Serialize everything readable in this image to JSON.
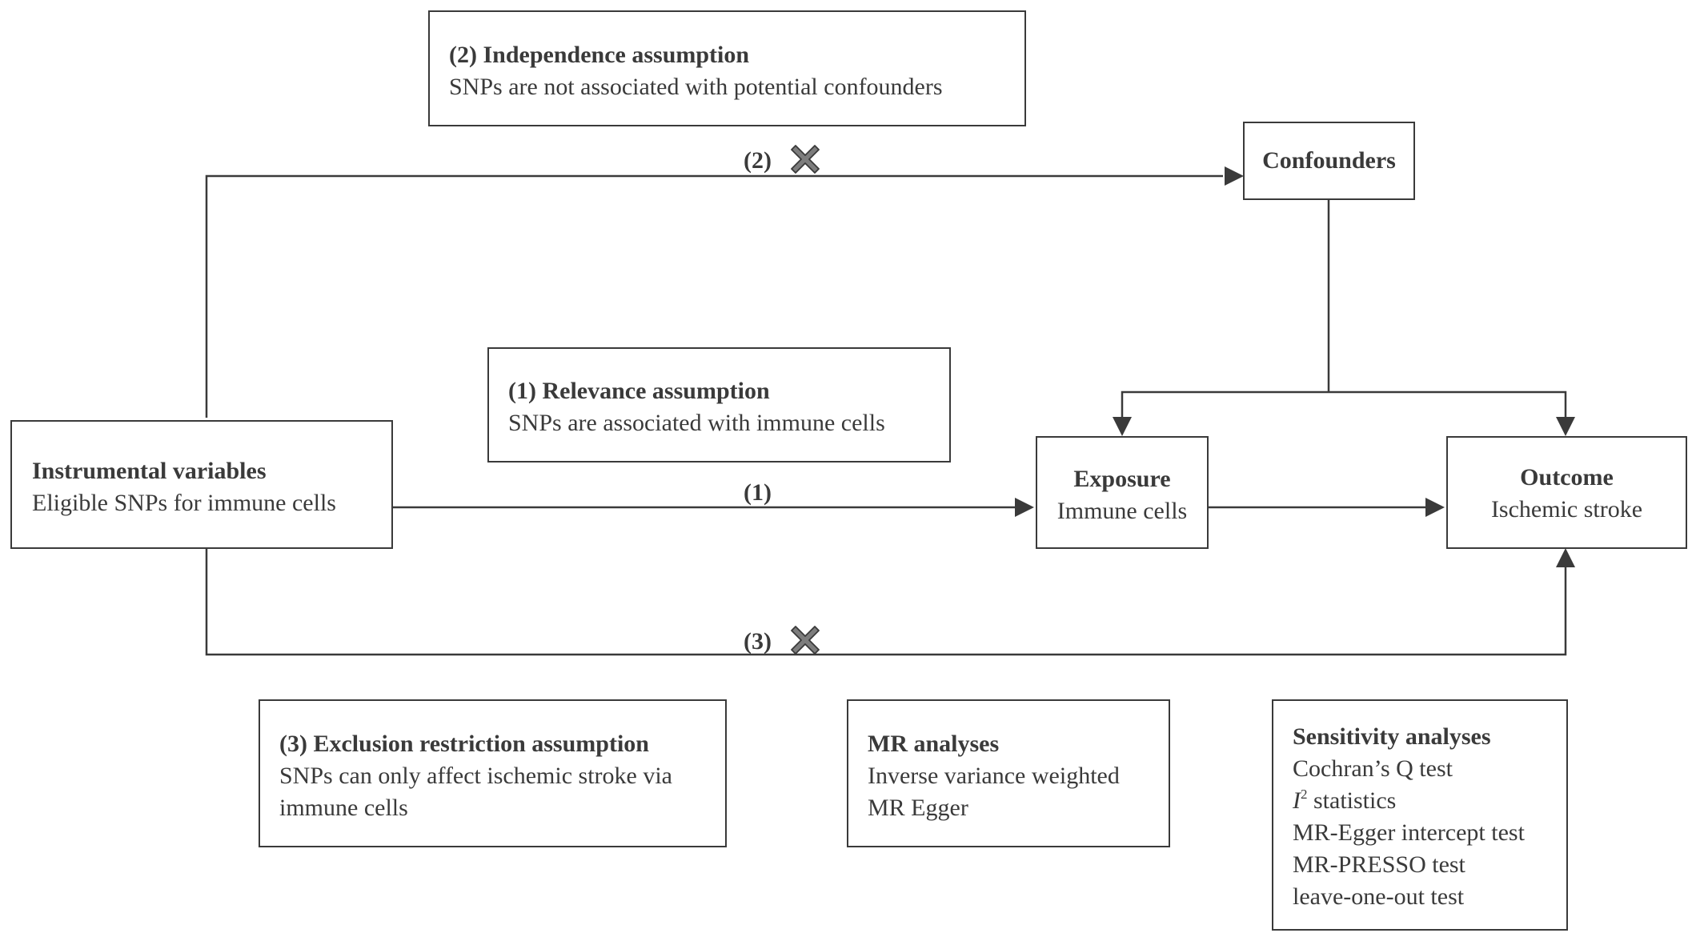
{
  "assumption2": {
    "title": "(2) Independence assumption",
    "text": "SNPs are not associated with potential confounders"
  },
  "assumption1": {
    "title": "(1) Relevance assumption",
    "text": "SNPs are associated with immune cells"
  },
  "assumption3": {
    "title": "(3) Exclusion restriction assumption",
    "text_line1": "SNPs can only affect ischemic stroke via",
    "text_line2": "immune cells"
  },
  "instrumental": {
    "title": "Instrumental variables",
    "text": "Eligible SNPs for immune cells"
  },
  "confounders": {
    "title": "Confounders"
  },
  "exposure": {
    "title": "Exposure",
    "text": "Immune cells"
  },
  "outcome": {
    "title": "Outcome",
    "text": "Ischemic stroke"
  },
  "edges": {
    "path1_label": "(1)",
    "path2_label": "(2)",
    "path3_label": "(3)"
  },
  "mr_analyses": {
    "title": "MR analyses",
    "methods": [
      "Inverse variance weighted",
      "MR Egger"
    ]
  },
  "sensitivity": {
    "title": "Sensitivity analyses",
    "cochran": "Cochran’s Q test",
    "i2_letter": "I",
    "i2_sup": "2",
    "i2_rest": " statistics",
    "egger_intercept": "MR-Egger intercept test",
    "presso": "MR-PRESSO test",
    "loo": "leave-one-out test"
  },
  "colors": {
    "stroke": "#3a3a3a",
    "violation_mark": "#7d7d7d"
  },
  "icons": {
    "violation": "cross-mark-icon"
  }
}
